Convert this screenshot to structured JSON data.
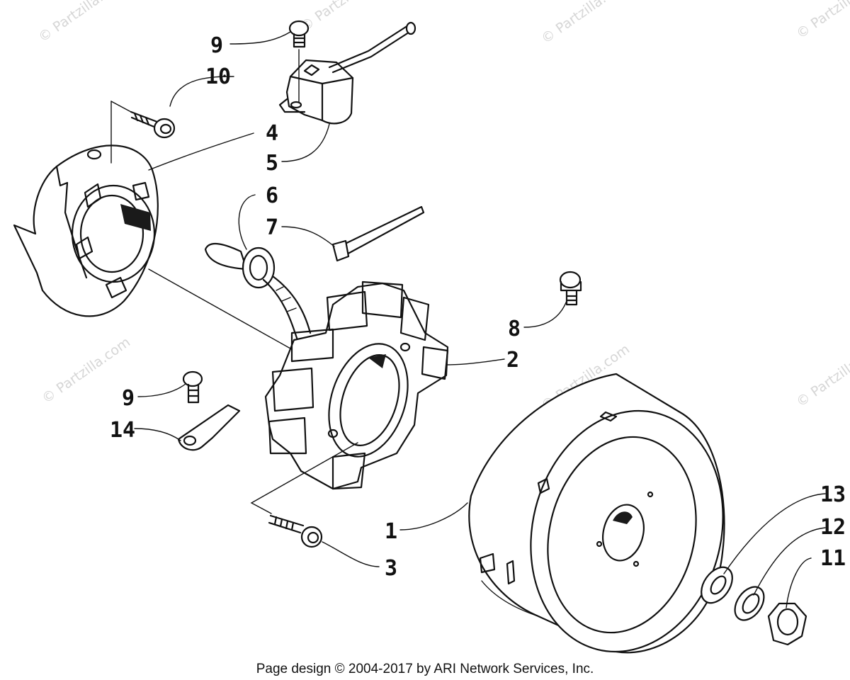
{
  "watermark": "© Partzilla.com",
  "footer": "Page design © 2004-2017 by ARI Network Services, Inc.",
  "callouts": {
    "c1": "1",
    "c2": "2",
    "c3": "3",
    "c4": "4",
    "c5": "5",
    "c6": "6",
    "c7": "7",
    "c8": "8",
    "c9a": "9",
    "c9b": "9",
    "c10": "10",
    "c11": "11",
    "c12": "12",
    "c13": "13",
    "c14": "14"
  }
}
